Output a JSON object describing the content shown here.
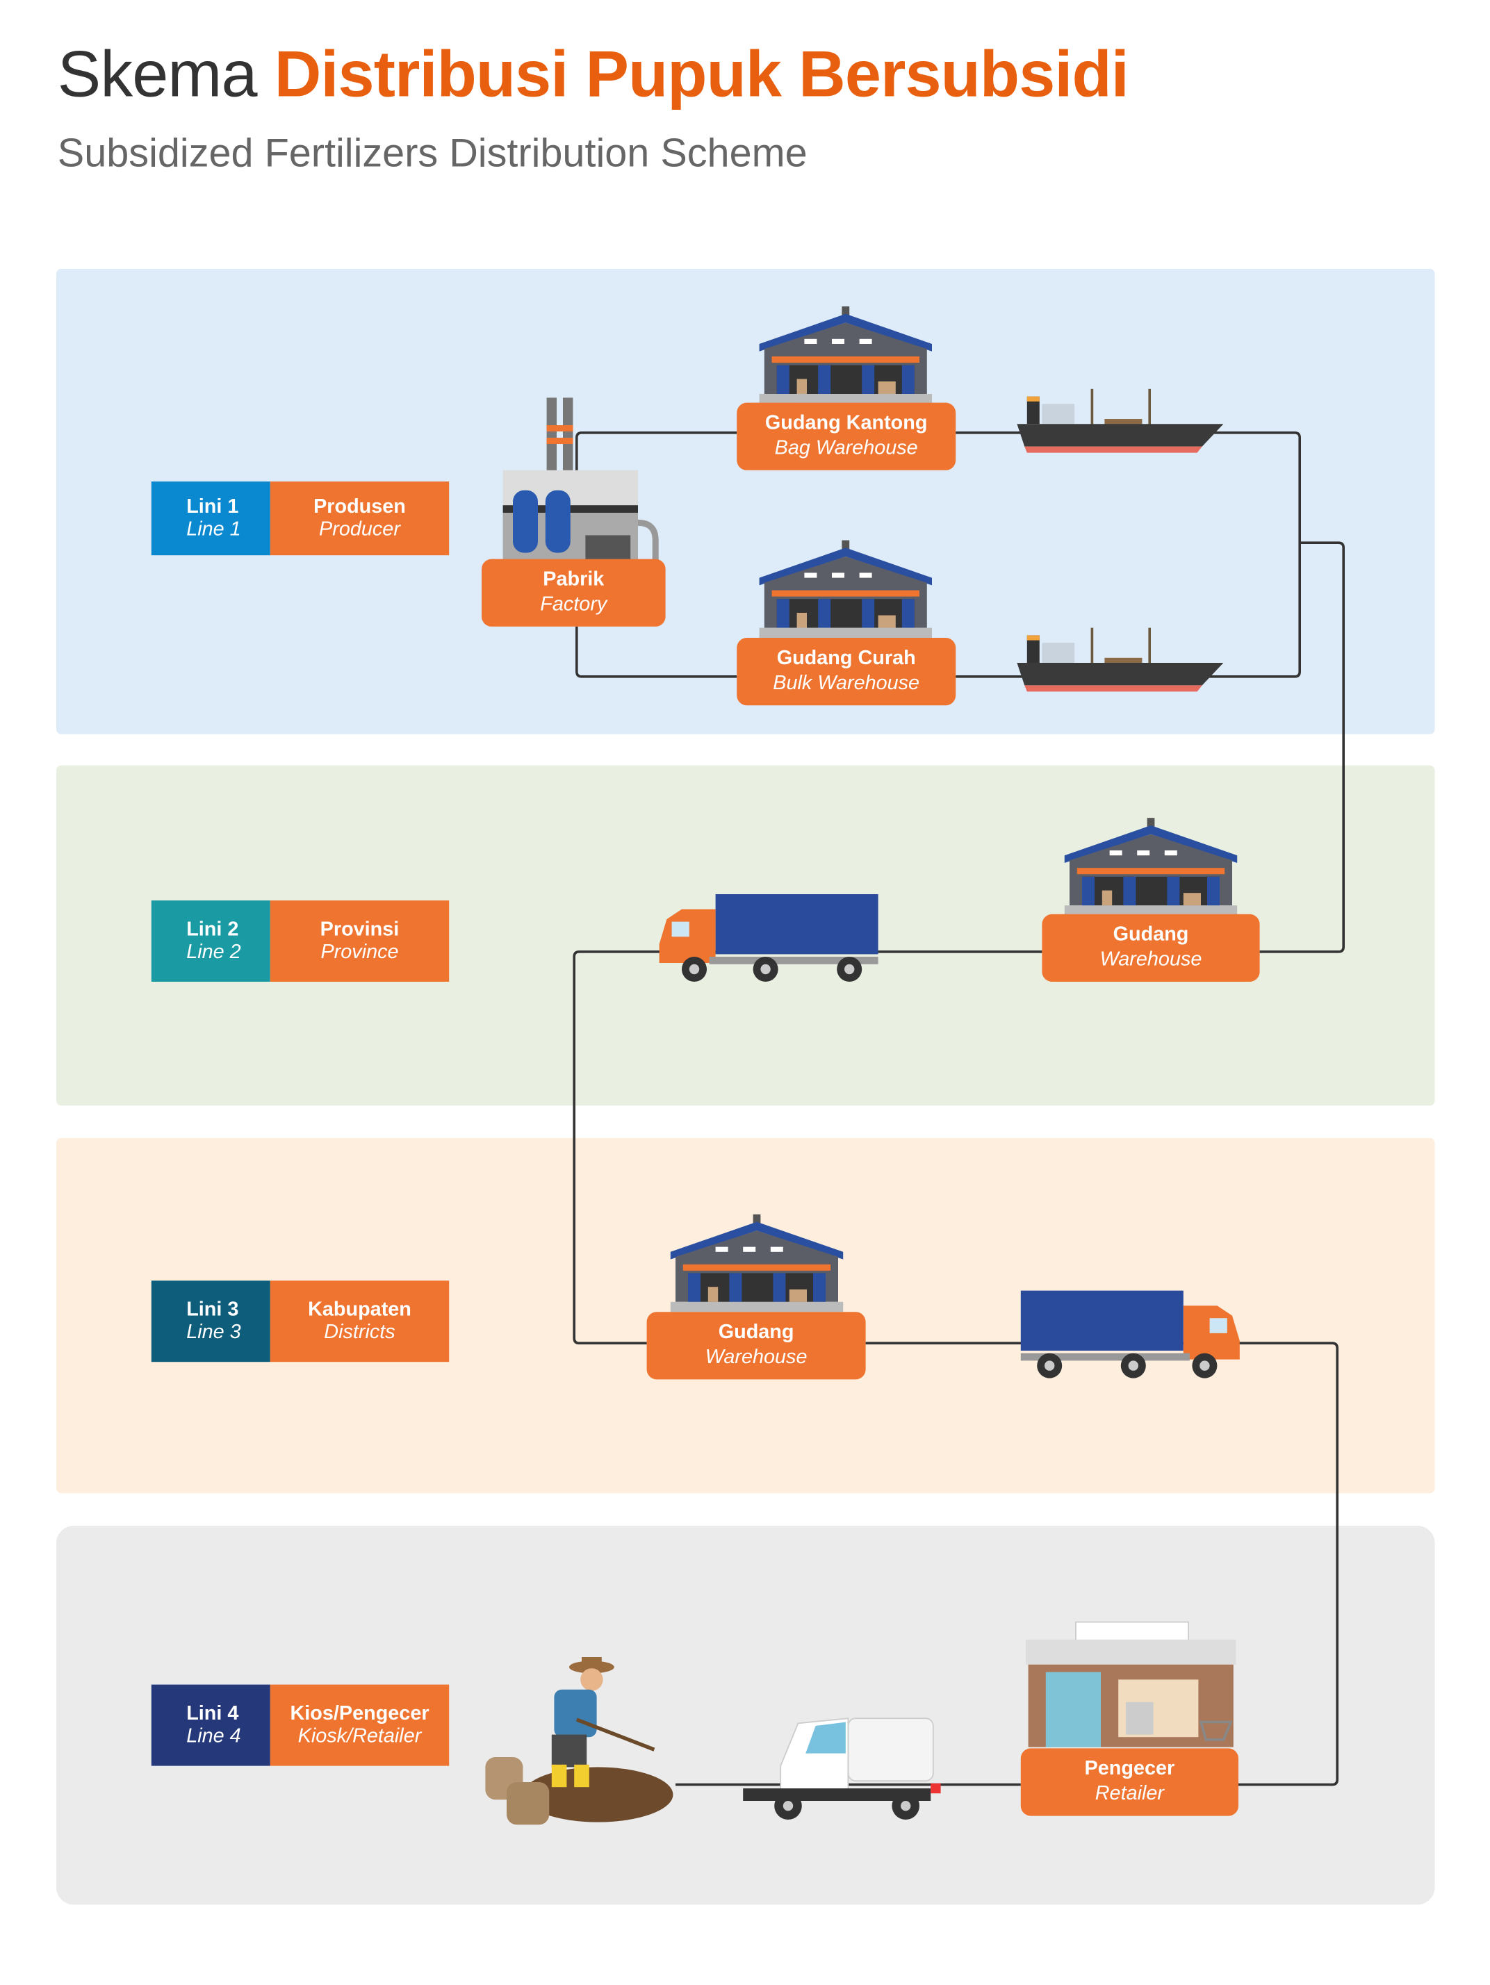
{
  "header": {
    "title_plain": "Skema",
    "title_highlight": "Distribusi Pupuk Bersubsidi",
    "subtitle": "Subsidized Fertilizers Distribution Scheme"
  },
  "colors": {
    "orange": "#ee7430",
    "lini1": "#0a88d0",
    "lini2": "#1a9aa3",
    "lini3": "#0e5d7a",
    "lini4": "#25397a",
    "panel1": "#deebf8",
    "panel2": "#e9efe1",
    "panel3": "#fdeede",
    "panel4": "#ebebeb"
  },
  "lines": [
    {
      "lini": "Lini 1",
      "line": "Line 1",
      "level": "Produsen",
      "level_en": "Producer"
    },
    {
      "lini": "Lini 2",
      "line": "Line 2",
      "level": "Provinsi",
      "level_en": "Province"
    },
    {
      "lini": "Lini 3",
      "line": "Line 3",
      "level": "Kabupaten",
      "level_en": "Districts"
    },
    {
      "lini": "Lini 4",
      "line": "Line 4",
      "level": "Kios/Pengecer",
      "level_en": "Kiosk/Retailer"
    }
  ],
  "nodes": {
    "factory": {
      "name": "Pabrik",
      "name_en": "Factory"
    },
    "bag_warehouse": {
      "name": "Gudang Kantong",
      "name_en": "Bag Warehouse"
    },
    "bulk_warehouse": {
      "name": "Gudang Curah",
      "name_en": "Bulk Warehouse"
    },
    "province_warehouse": {
      "name": "Gudang",
      "name_en": "Warehouse"
    },
    "district_warehouse": {
      "name": "Gudang",
      "name_en": "Warehouse"
    },
    "retailer": {
      "name": "Pengecer",
      "name_en": "Retailer"
    }
  }
}
